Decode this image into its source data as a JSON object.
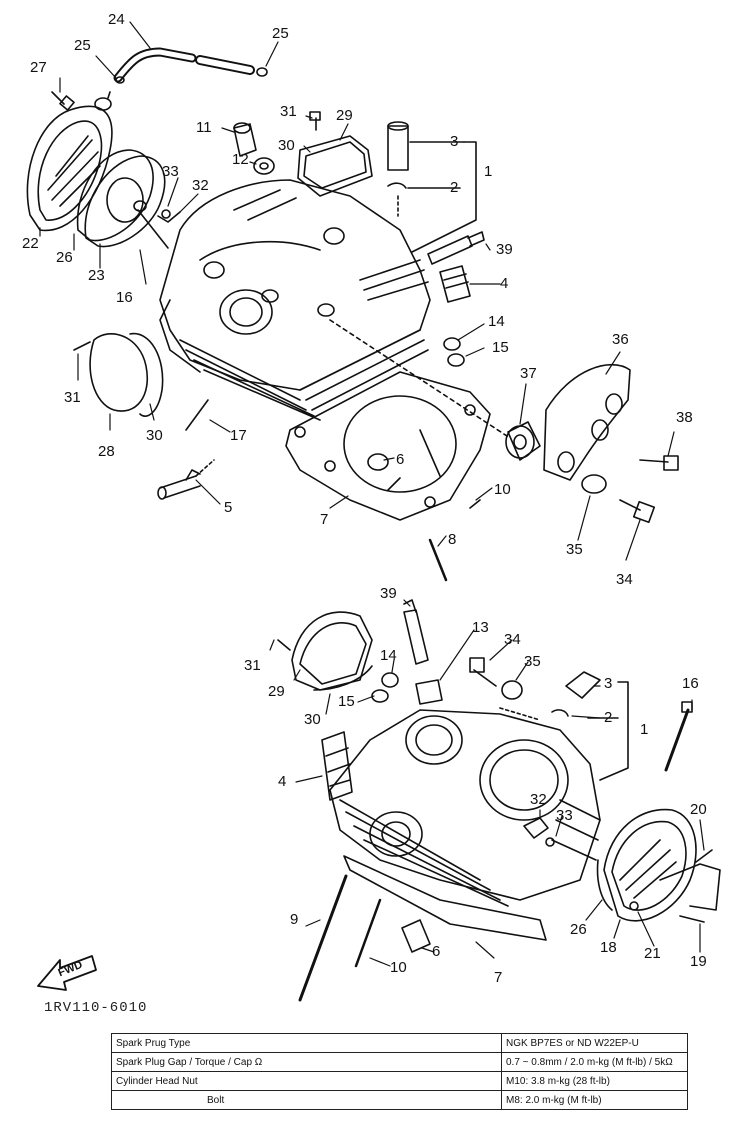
{
  "callouts": {
    "top": [
      {
        "id": "l24a",
        "text": "24"
      },
      {
        "id": "l25a",
        "text": "25"
      },
      {
        "id": "l25b",
        "text": "25"
      },
      {
        "id": "l27",
        "text": "27"
      },
      {
        "id": "l31a",
        "text": "31"
      },
      {
        "id": "l29a",
        "text": "29"
      },
      {
        "id": "l30a",
        "text": "30"
      },
      {
        "id": "l11",
        "text": "11"
      },
      {
        "id": "l12",
        "text": "12"
      },
      {
        "id": "l3a",
        "text": "3"
      },
      {
        "id": "l2a",
        "text": "2"
      },
      {
        "id": "l1a",
        "text": "1"
      },
      {
        "id": "l33a",
        "text": "33"
      },
      {
        "id": "l32a",
        "text": "32"
      },
      {
        "id": "l22",
        "text": "22"
      },
      {
        "id": "l26a",
        "text": "26"
      },
      {
        "id": "l23",
        "text": "23"
      },
      {
        "id": "l16a",
        "text": "16"
      },
      {
        "id": "l39a",
        "text": "39"
      },
      {
        "id": "l4a",
        "text": "4"
      },
      {
        "id": "l14a",
        "text": "14"
      },
      {
        "id": "l15a",
        "text": "15"
      },
      {
        "id": "l36",
        "text": "36"
      },
      {
        "id": "l37",
        "text": "37"
      },
      {
        "id": "l38",
        "text": "38"
      },
      {
        "id": "l31b",
        "text": "31"
      },
      {
        "id": "l30b",
        "text": "30"
      },
      {
        "id": "l28",
        "text": "28"
      },
      {
        "id": "l17",
        "text": "17"
      },
      {
        "id": "l6a",
        "text": "6"
      },
      {
        "id": "l10a",
        "text": "10"
      },
      {
        "id": "l5",
        "text": "5"
      },
      {
        "id": "l7a",
        "text": "7"
      },
      {
        "id": "l8",
        "text": "8"
      },
      {
        "id": "l35a",
        "text": "35"
      },
      {
        "id": "l34a",
        "text": "34"
      }
    ],
    "bottom": [
      {
        "id": "l39b",
        "text": "39"
      },
      {
        "id": "l13",
        "text": "13"
      },
      {
        "id": "l34b",
        "text": "34"
      },
      {
        "id": "l35b",
        "text": "35"
      },
      {
        "id": "l31c",
        "text": "31"
      },
      {
        "id": "l14b",
        "text": "14"
      },
      {
        "id": "l29b",
        "text": "29"
      },
      {
        "id": "l15b",
        "text": "15"
      },
      {
        "id": "l30c",
        "text": "30"
      },
      {
        "id": "l3b",
        "text": "3"
      },
      {
        "id": "l2b",
        "text": "2"
      },
      {
        "id": "l1b",
        "text": "1"
      },
      {
        "id": "l16b",
        "text": "16"
      },
      {
        "id": "l4b",
        "text": "4"
      },
      {
        "id": "l32b",
        "text": "32"
      },
      {
        "id": "l33b",
        "text": "33"
      },
      {
        "id": "l20",
        "text": "20"
      },
      {
        "id": "l9",
        "text": "9"
      },
      {
        "id": "l26b",
        "text": "26"
      },
      {
        "id": "l18",
        "text": "18"
      },
      {
        "id": "l21",
        "text": "21"
      },
      {
        "id": "l19",
        "text": "19"
      },
      {
        "id": "l10b",
        "text": "10"
      },
      {
        "id": "l6b",
        "text": "6"
      },
      {
        "id": "l7b",
        "text": "7"
      }
    ]
  },
  "fwd_label": "FWD",
  "diagram_code": "1RV110-6010",
  "spec_table": [
    {
      "key": "Spark Prug Type",
      "value": "NGK BP7ES or ND W22EP-U"
    },
    {
      "key": "Spark Plug Gap / Torque / Cap Ω",
      "value": "0.7 ~ 0.8mm / 2.0 m-kg (M ft-lb) / 5kΩ"
    },
    {
      "key": "Cylinder Head  Nut",
      "value": "M10: 3.8 m-kg (28 ft-lb)"
    },
    {
      "key": "Bolt",
      "value": "M8: 2.0 m-kg (M ft-lb)"
    }
  ]
}
